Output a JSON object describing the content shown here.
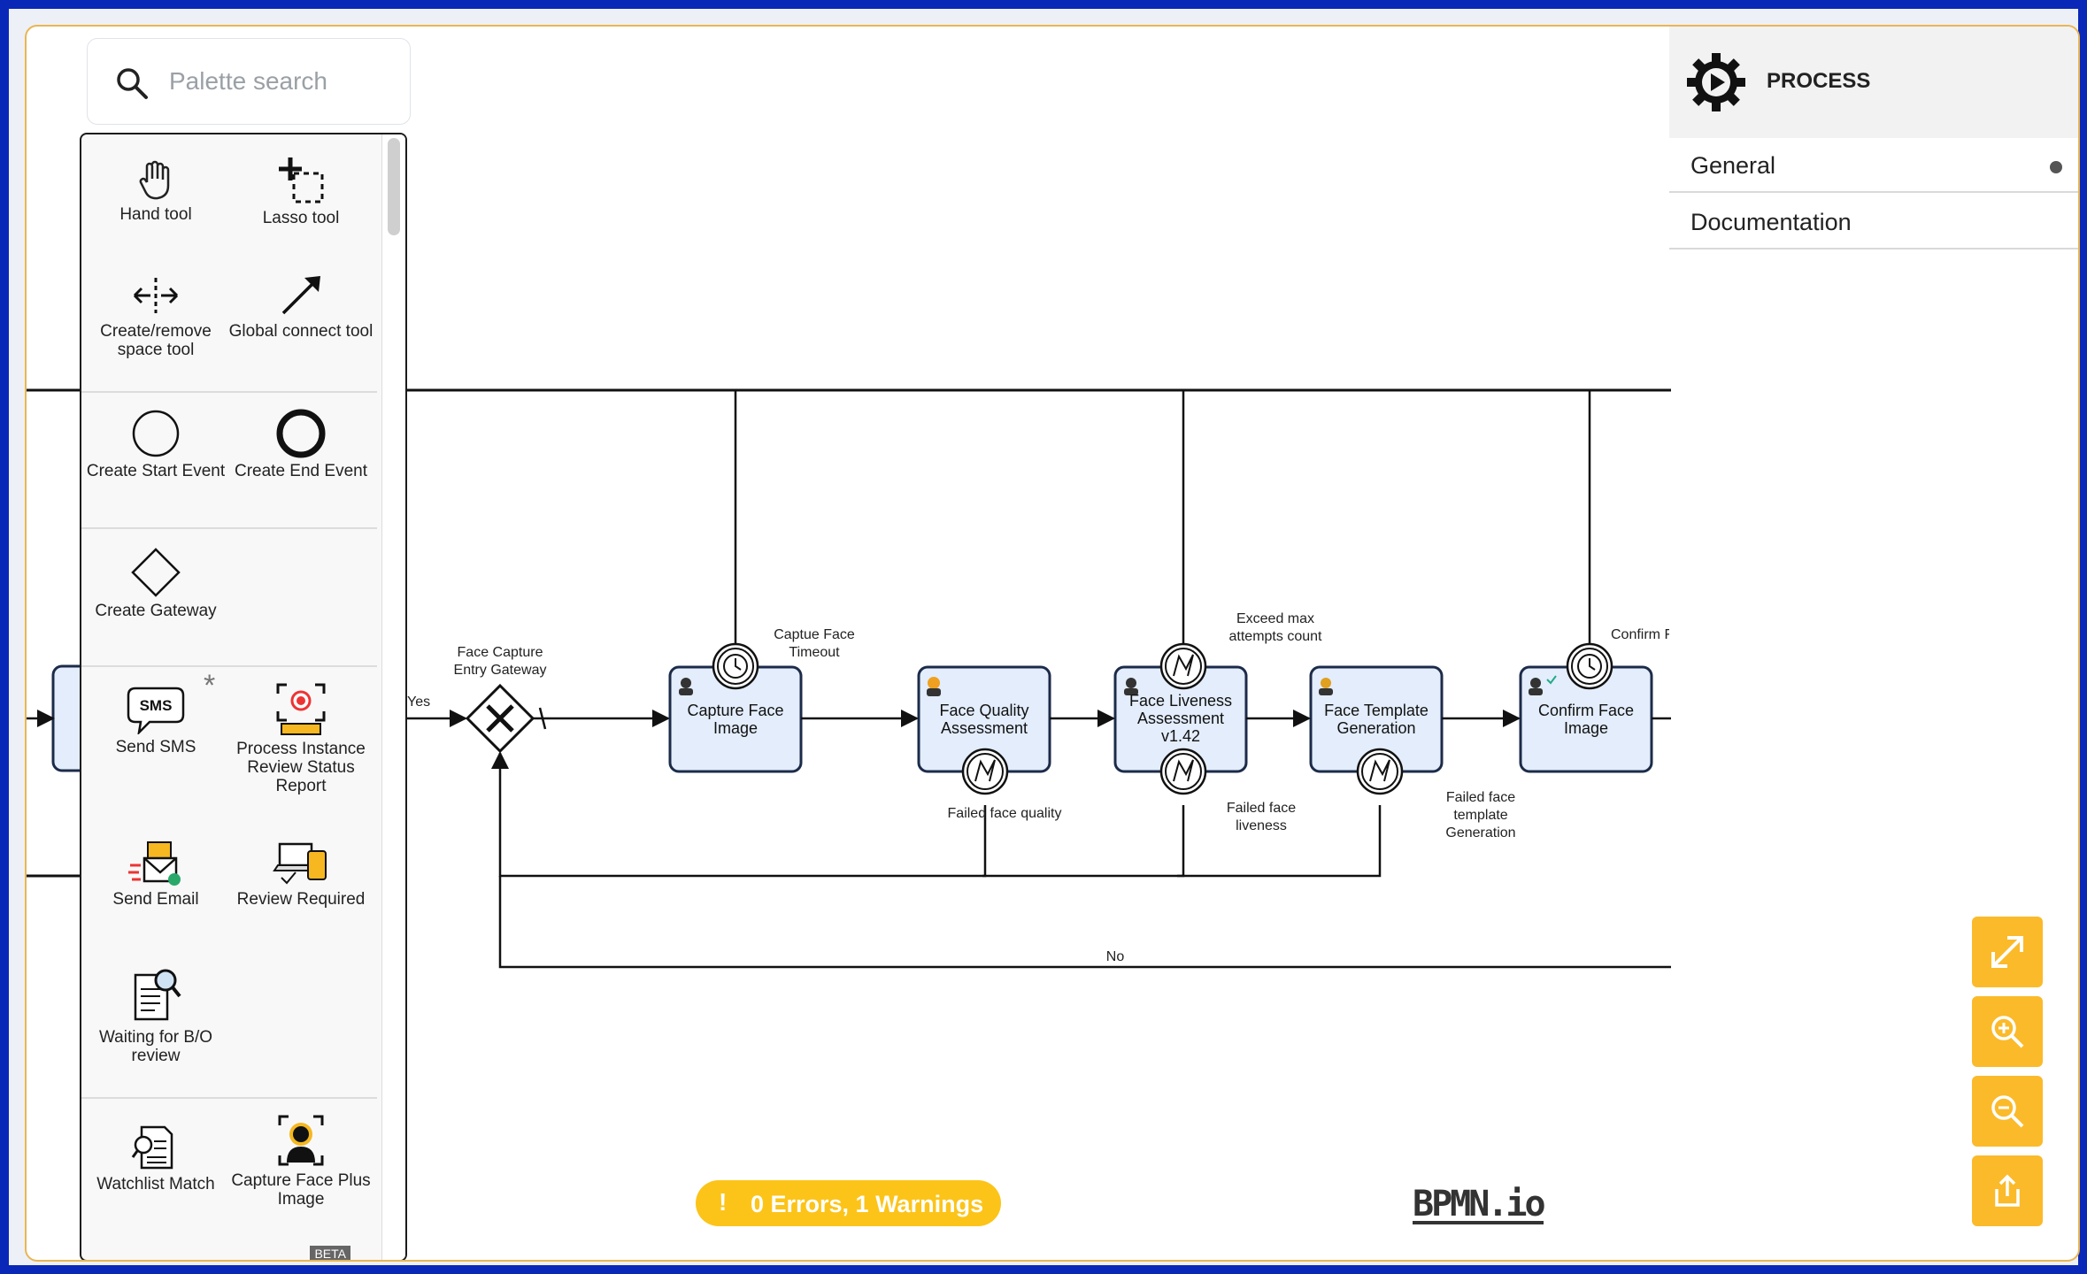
{
  "palette": {
    "search_placeholder": "Palette search",
    "tools": {
      "hand": "Hand tool",
      "lasso": "Lasso tool",
      "space": "Create/remove space tool",
      "connect": "Global connect tool"
    },
    "events": {
      "start": "Create Start Event",
      "end": "Create End Event"
    },
    "gateway": "Create Gateway",
    "custom": {
      "sms": "Send SMS",
      "sms_badge": "SMS",
      "review_report": "Process Instance Review Status Report",
      "email": "Send Email",
      "review_required": "Review Required",
      "waiting": "Waiting for B/O review",
      "watchlist": "Watchlist Match",
      "capture_plus": "Capture Face Plus Image"
    },
    "beta": "BETA",
    "asterisk": "*"
  },
  "properties": {
    "title": "PROCESS",
    "tabs": [
      "General",
      "Documentation"
    ]
  },
  "diagram": {
    "gateway_label": "Face Capture Entry Gateway",
    "yes": "Yes",
    "no": "No",
    "tasks": {
      "capture": "Capture Face Image",
      "quality": "Face Quality Assessment",
      "liveness": "Face Liveness Assessment v1.42",
      "template": "Face Template Generation",
      "confirm": "Confirm Face Image"
    },
    "boundary": {
      "capture_timeout": "Captue Face Timeout",
      "quality_failed": "Failed face quality",
      "max_attempts": "Exceed max attempts count",
      "liveness_failed": "Failed face liveness",
      "template_failed": "Failed face template Generation",
      "confirm_timeout": "Confirm Face Timeout"
    }
  },
  "lint": {
    "text": "0 Errors, 1 Warnings",
    "icon": "!"
  },
  "logo": "BPMN.io",
  "colors": {
    "task_fill": "#e3edfb",
    "task_stroke": "#1c2b4a",
    "accent": "#fbba2a"
  }
}
